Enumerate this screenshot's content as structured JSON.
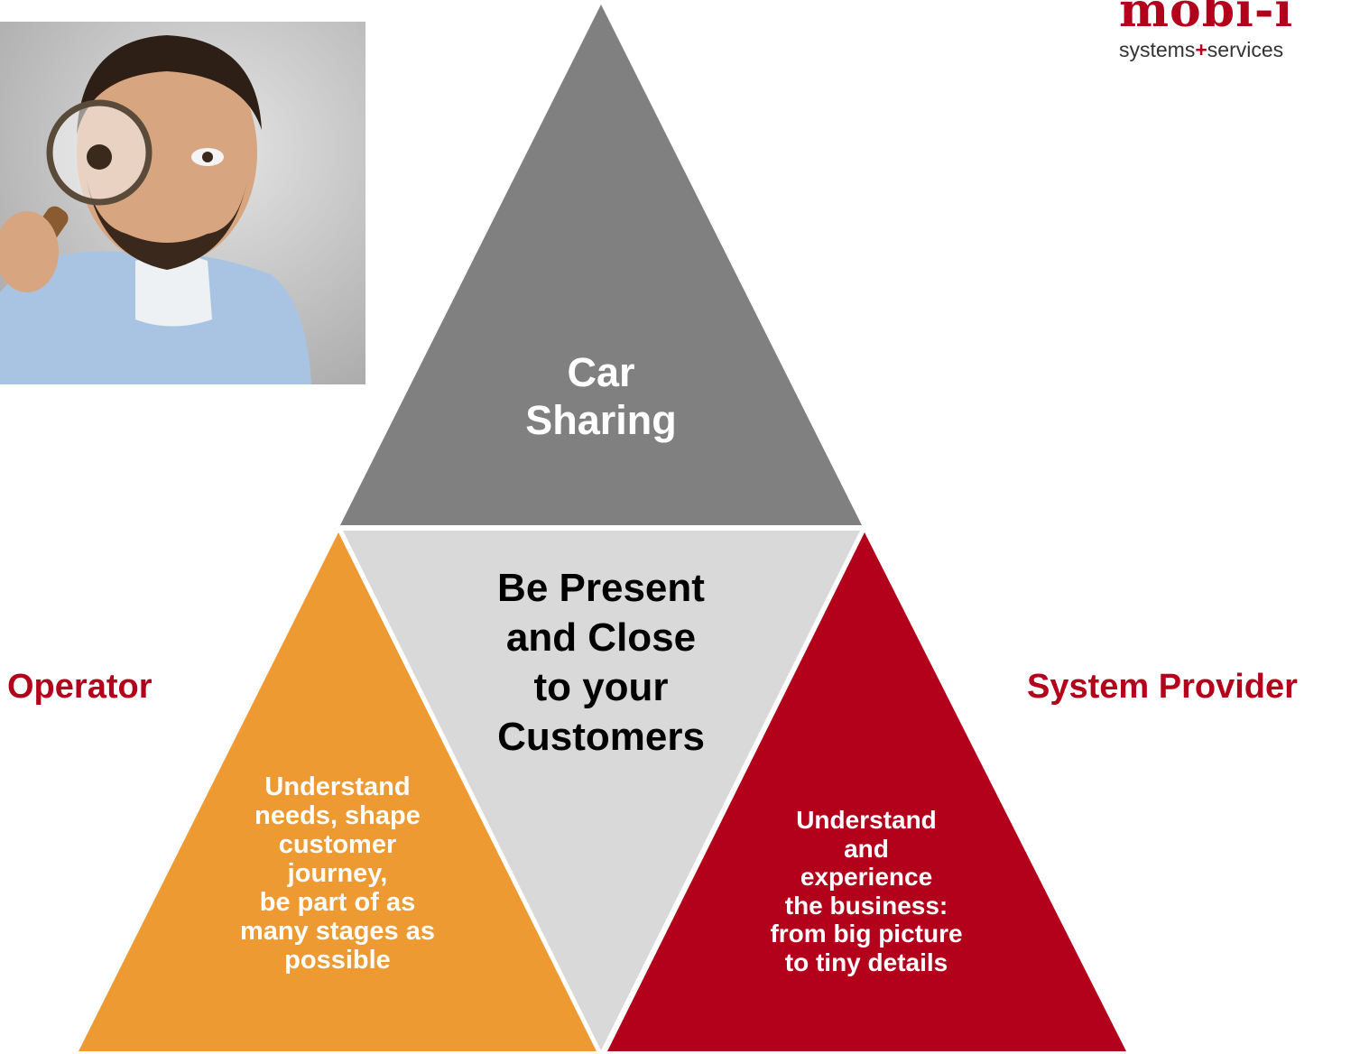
{
  "logo": {
    "word": "mobi-i",
    "tagline_left": "systems",
    "tagline_plus": "+",
    "tagline_right": "services"
  },
  "top_triangle": {
    "label": "Car\nSharing",
    "color": "#808080"
  },
  "center_triangle": {
    "label": "Be Present\nand Close\nto your\nCustomers",
    "color": "#d9d9d9"
  },
  "left_triangle": {
    "label": "Understand\nneeds, shape\ncustomer\njourney,\nbe part of as\nmany stages as\npossible",
    "color": "#ed9a33"
  },
  "right_triangle": {
    "label": "Understand\nand\nexperience\nthe business:\nfrom big picture\nto tiny details",
    "color": "#b3001b"
  },
  "left_role": "Operator",
  "right_role": "System Provider"
}
